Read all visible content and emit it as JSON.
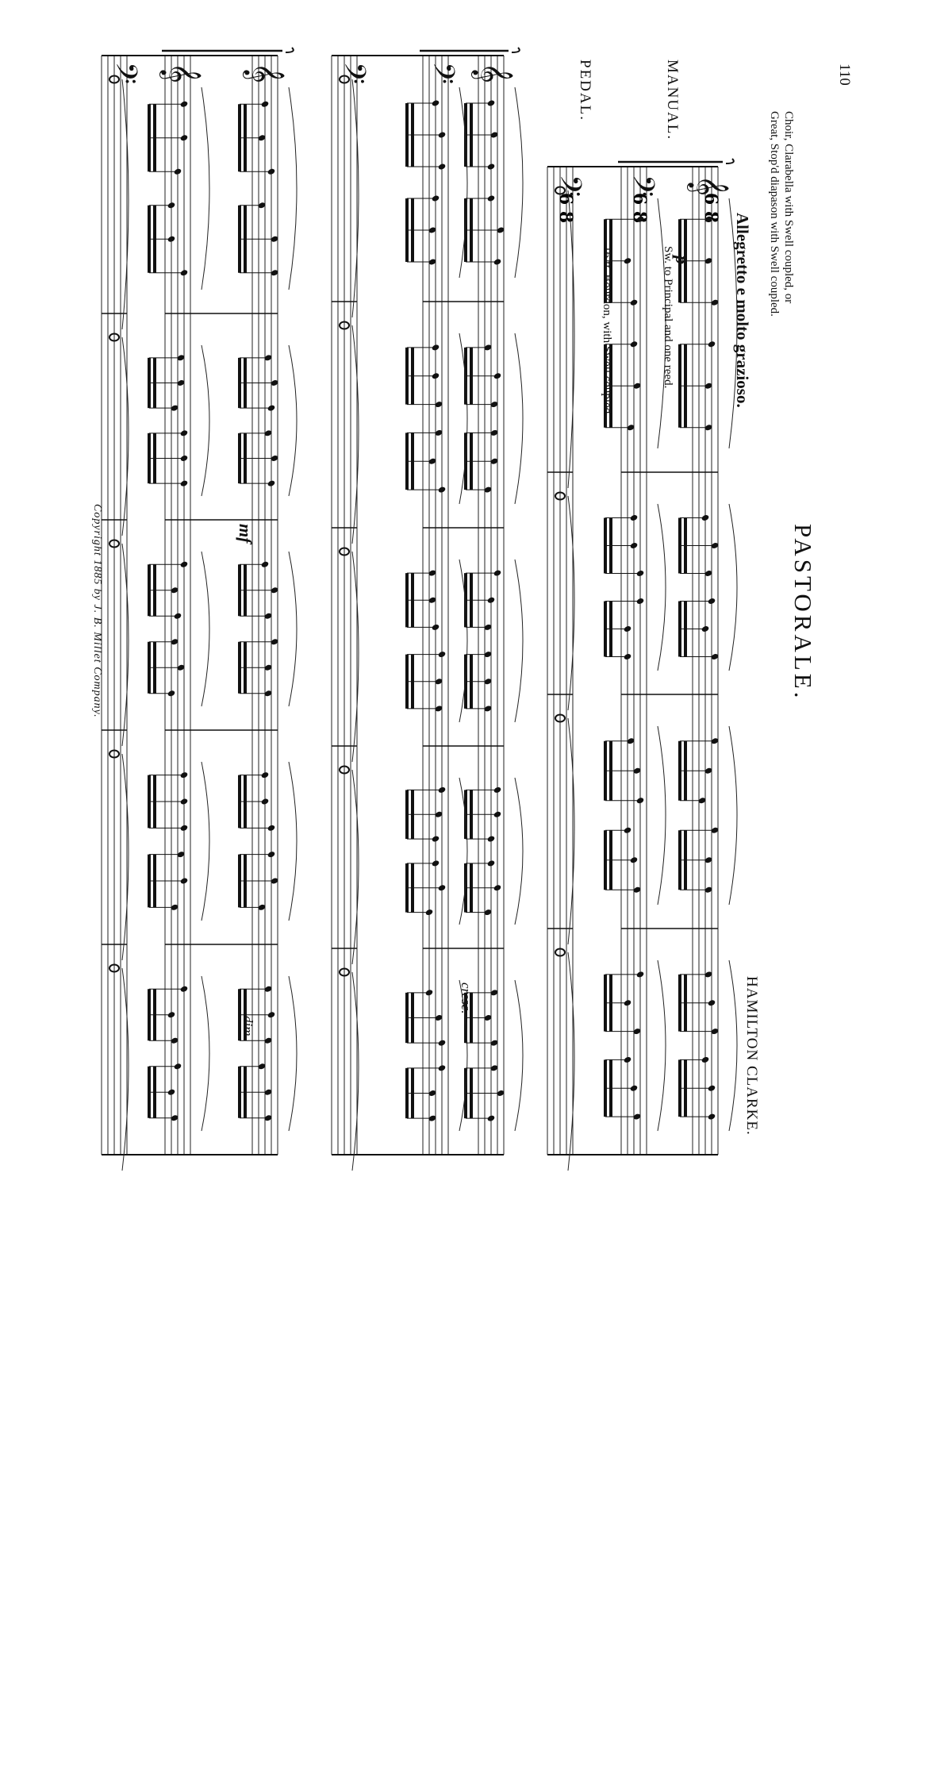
{
  "page_number": "110",
  "title": "PASTORALE.",
  "composer": "HAMILTON CLARKE.",
  "registration": {
    "line1": "Choir, Clarabella with Swell coupled, or",
    "line2": "Great, Stop'd diapason with Swell coupled."
  },
  "tempo": "Allegretto e molto grazioso.",
  "swell_direction": "Sw. to Principal and one reed.",
  "pedal_direction": "16 ft. Bourdon, with Swell coupled.",
  "labels": {
    "manual": "MANUAL.",
    "pedal": "PEDAL."
  },
  "dynamics": {
    "p": "p",
    "mf": "mf",
    "cresc": "cresc.",
    "dim": "dim."
  },
  "copyright": "Copyright 1885 by J. B. Millet Company."
}
